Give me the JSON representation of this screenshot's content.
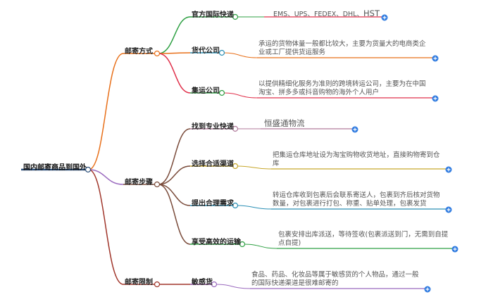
{
  "root": {
    "label": "国内邮寄商品到国外"
  },
  "branches": [
    {
      "label": "邮寄方式",
      "color": "#e8701a",
      "children": [
        {
          "label": "官方国际快递",
          "color": "#2ea043",
          "leaf": {
            "text": "EMS、UPS、FEDEX、DHL、",
            "extra": "HST"
          }
        },
        {
          "label": "货代公司",
          "color": "#e8701a",
          "leaf": {
            "text": "承运的货物体量一般都比较大，主要为货量大的电商类企业或工厂提供货运服务"
          }
        },
        {
          "label": "集运公司",
          "color": "#e0314b",
          "leaf": {
            "text": "以提供精细化服务为准则的跨境转运公司，主要为在中国淘宝、拼多多或抖音购物的海外个人用户"
          }
        }
      ]
    },
    {
      "label": "邮寄步骤",
      "color": "#7a4b3a",
      "children": [
        {
          "label": "找到专业快递",
          "color": "#b07a9a",
          "leaf": {
            "text": "恒盛通物流"
          }
        },
        {
          "label": "选择合适渠道",
          "color": "#c7a72b",
          "leaf": {
            "text": "把集运仓库地址设为淘宝购物收货地址，直接购物寄到仓库"
          }
        },
        {
          "label": "提出合理需求",
          "color": "#2a8fb5",
          "leaf": {
            "text": "转运仓库收到包裹后会联系寄送人，包裹到齐后核对货物数量，对包裹进行打包、称重、贴单处理，包裹发货"
          }
        },
        {
          "label": "享受高效的运输",
          "color": "#2ea043",
          "leaf": {
            "text": "包裹安排出库派送，等待签收(包裹派送到门，无需到自提点自提)"
          }
        }
      ]
    },
    {
      "label": "邮寄限制",
      "color": "#a0352a",
      "children": [
        {
          "label": "敏感货",
          "color": "#9b6bbf",
          "leaf": {
            "text": "食品、药品、化妆品等属于敏感货的个人物品，通过一般的国际快递渠道是很难邮寄的"
          }
        }
      ]
    }
  ],
  "colors": {
    "plus": "#2f7be0",
    "rootLine": "#2b4f7a",
    "step": "#7a4b3a"
  },
  "icons": {
    "expand": "plus-icon"
  }
}
